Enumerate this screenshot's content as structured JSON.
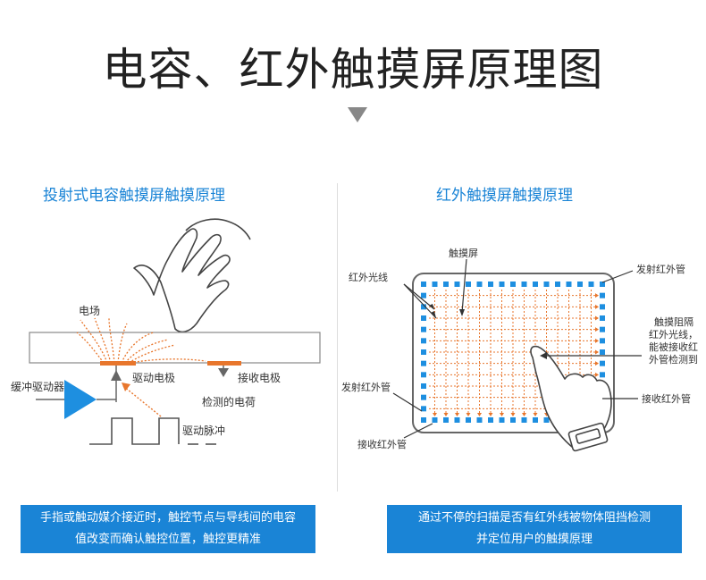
{
  "title": "电容、红外触摸屏原理图",
  "colors": {
    "accent": "#1a84d6",
    "orange": "#e8762c",
    "grid_blue": "#1e8fe0",
    "text": "#333333"
  },
  "left": {
    "heading": "投射式电容触摸屏触摸原理",
    "labels": {
      "field": "电场",
      "buffer": "缓冲驱动器",
      "drive_electrode": "驱动电极",
      "receive_electrode": "接收电极",
      "detected_charge": "检测的电荷",
      "drive_pulse": "驱动脉冲"
    },
    "caption": [
      "手指或触动媒介接近时，触控节点与导线间的电容",
      "值改变而确认触控位置，触控更精准"
    ]
  },
  "right": {
    "heading": "红外触摸屏触摸原理",
    "labels": {
      "ir_light": "红外光线",
      "touchscreen": "触摸屏",
      "emit_top": "发射红外管",
      "blocked": [
        "触摸阻隔",
        "红外光线，",
        "能被接收红",
        "外管检测到"
      ],
      "emit_left": "发射红外管",
      "receive_right": "接收红外管",
      "receive_bottom": "接收红外管"
    },
    "caption": [
      "通过不停的扫描是否有红外线被物体阻挡检测",
      "并定位用户的触摸原理"
    ]
  }
}
